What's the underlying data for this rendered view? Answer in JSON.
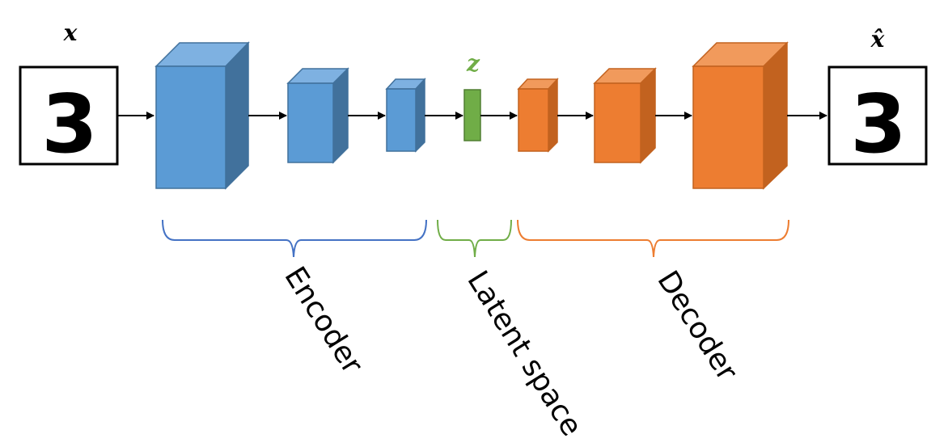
{
  "labels": {
    "input_symbol": "x",
    "latent_symbol": "z",
    "output_symbol": "x̂",
    "encoder": "Encoder",
    "latent": "Latent space",
    "decoder": "Decoder"
  },
  "digits": {
    "input": "3",
    "output": "3"
  },
  "colors": {
    "encoder_fill": "#5b9bd5",
    "encoder_top": "#7eb1e1",
    "encoder_side": "#41719c",
    "latent_fill": "#70ad47",
    "decoder_fill": "#ed7d31",
    "decoder_top": "#f19a5c",
    "decoder_side": "#c2621f",
    "encoder_brace": "#4472c4",
    "latent_brace": "#70ad47",
    "decoder_brace": "#ed7d31",
    "latent_text": "#70ad47"
  }
}
